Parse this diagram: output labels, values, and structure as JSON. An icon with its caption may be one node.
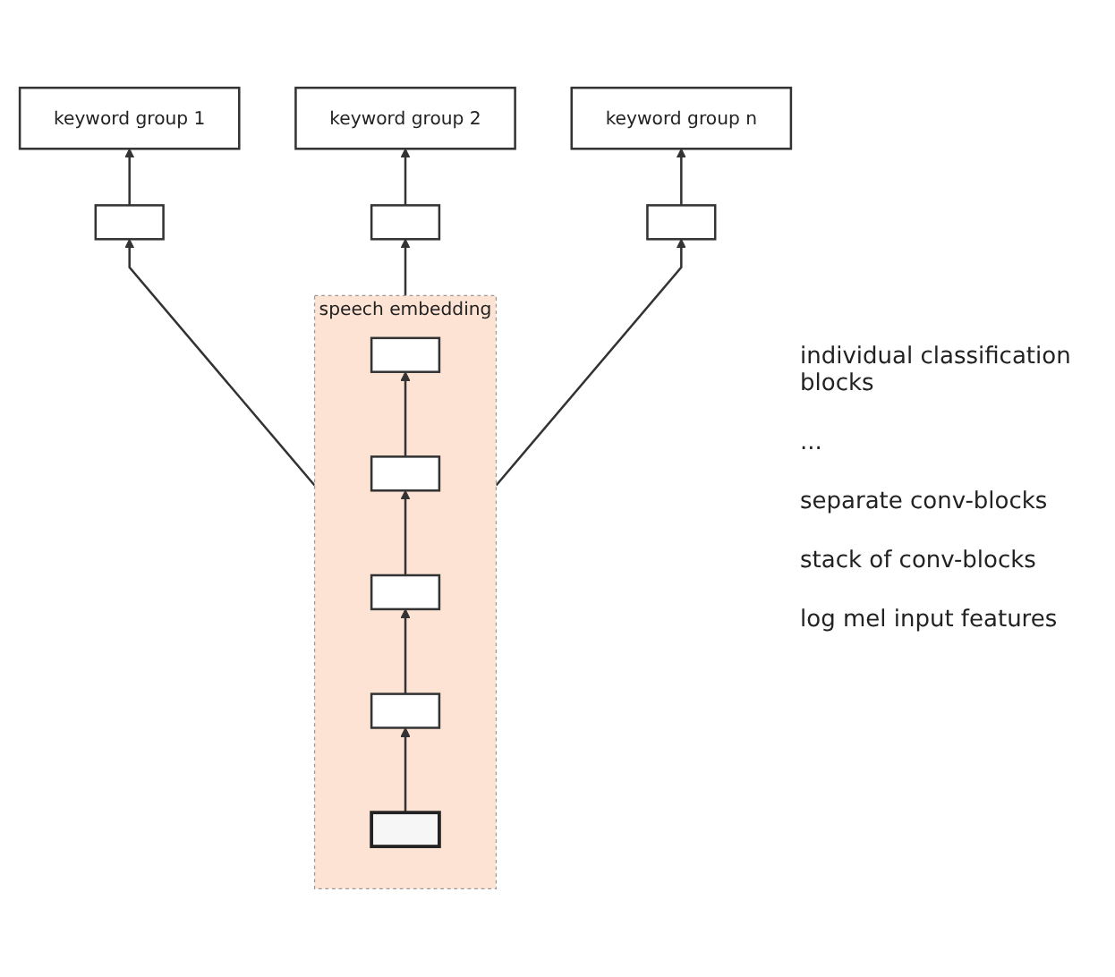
{
  "diagram": {
    "nodes": [
      {
        "text": [
          "keyword group 1"
        ]
      },
      {
        "text": [
          "keyword group 2"
        ]
      },
      {
        "text": [
          "keyword group n"
        ]
      },
      {
        "text": [],
        "shape": "box"
      },
      {
        "text": [],
        "shape": "box"
      },
      {
        "text": [],
        "shape": "box"
      },
      {
        "text": [
          "speech embedding"
        ]
      },
      {
        "text": [],
        "shape": "box",
        "in": 6
      },
      {
        "text": [],
        "shape": "box",
        "in": 6
      },
      {
        "text": [],
        "shape": "box",
        "in": 6
      },
      {
        "text": [],
        "shape": "box",
        "in": 6
      },
      {
        "text": [],
        "shape": "bar",
        "in": 6
      }
    ],
    "edges": [
      {
        "from": 3,
        "to": 0,
        "arrow": "to"
      },
      {
        "from": 4,
        "to": 1,
        "arrow": "to"
      },
      {
        "from": 5,
        "to": 2,
        "arrow": "to"
      },
      {
        "from": 6,
        "to": 3,
        "arrow": "to"
      },
      {
        "from": 6,
        "to": 4,
        "arrow": "to"
      },
      {
        "from": 6,
        "to": 5,
        "arrow": "to"
      },
      {
        "from": 8,
        "to": 7,
        "arrow": "to"
      },
      {
        "from": 9,
        "to": 8,
        "arrow": "to"
      },
      {
        "from": 10,
        "to": 9,
        "arrow": "to"
      },
      {
        "from": 11,
        "to": 10,
        "arrow": "to"
      }
    ],
    "labels": [
      "individual classification blocks",
      "...",
      "separate conv-blocks",
      "stack of conv-blocks",
      "log mel input features"
    ]
  }
}
